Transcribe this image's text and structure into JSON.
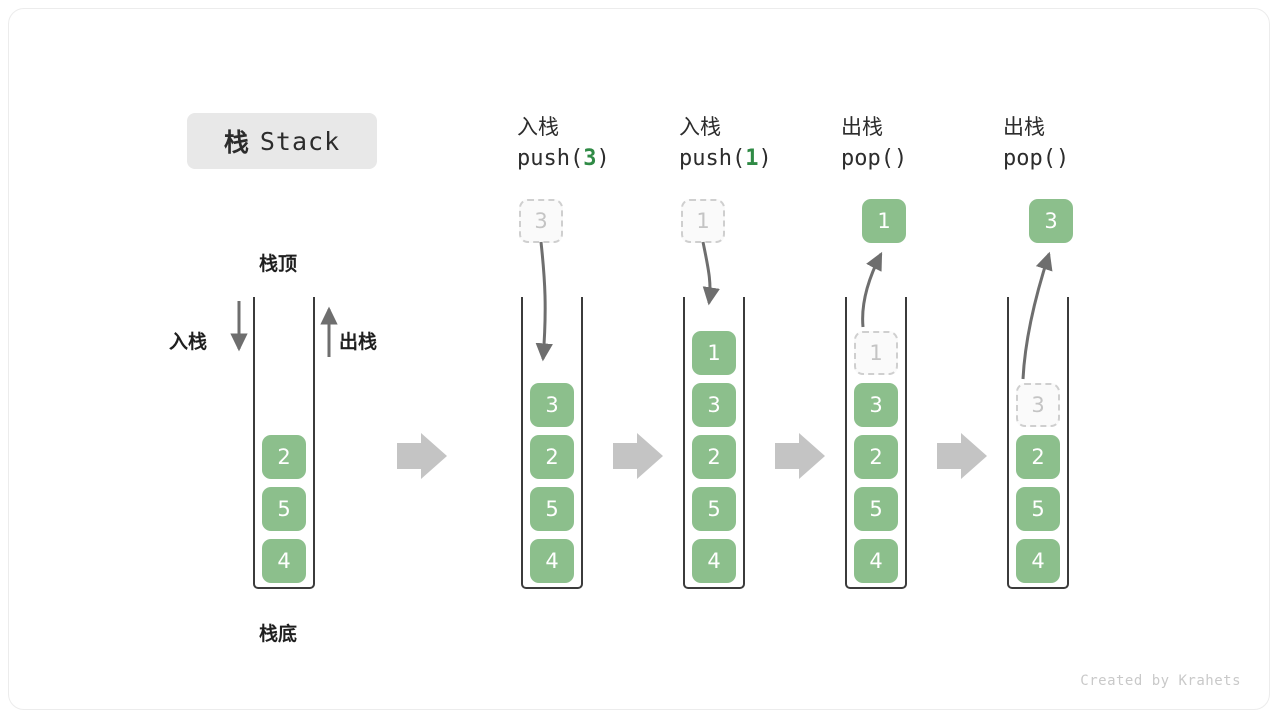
{
  "title": {
    "cn": "栈",
    "en": "Stack"
  },
  "labels": {
    "top": "栈顶",
    "bottom": "栈底",
    "push": "入栈",
    "pop": "出栈"
  },
  "footer": "Created by Krahets",
  "colors": {
    "element": "#8cbf8c",
    "element_text": "#ffffff",
    "ghost_border": "#cfcfcf",
    "ghost_text": "#c4c4c4",
    "arrow": "#6e6e6e",
    "step_arrow": "#c4c4c4",
    "container": "#3b3b3b",
    "code_arg": "#2f8a45",
    "chip_bg": "#e8e8e8"
  },
  "steps": [
    {
      "id": "initial",
      "header_cn": "",
      "header_code": "",
      "stack": [
        "2",
        "5",
        "4"
      ],
      "ghost_index": -1,
      "float": null
    },
    {
      "id": "push-3",
      "header_cn": "入栈",
      "header_code_pre": "push(",
      "header_code_arg": "3",
      "header_code_post": ")",
      "stack": [
        "3",
        "2",
        "5",
        "4"
      ],
      "ghost_index": -1,
      "float": {
        "value": "3",
        "style": "ghost",
        "direction": "in"
      }
    },
    {
      "id": "push-1",
      "header_cn": "入栈",
      "header_code_pre": "push(",
      "header_code_arg": "1",
      "header_code_post": ")",
      "stack": [
        "1",
        "3",
        "2",
        "5",
        "4"
      ],
      "ghost_index": -1,
      "float": {
        "value": "1",
        "style": "ghost",
        "direction": "in"
      }
    },
    {
      "id": "pop-1",
      "header_cn": "出栈",
      "header_code_pre": "pop(",
      "header_code_arg": "",
      "header_code_post": ")",
      "stack": [
        "1",
        "3",
        "2",
        "5",
        "4"
      ],
      "ghost_index": 0,
      "float": {
        "value": "1",
        "style": "solid",
        "direction": "out"
      }
    },
    {
      "id": "pop-3",
      "header_cn": "出栈",
      "header_code_pre": "pop(",
      "header_code_arg": "",
      "header_code_post": ")",
      "stack": [
        "3",
        "2",
        "5",
        "4"
      ],
      "ghost_index": 0,
      "float": {
        "value": "3",
        "style": "solid",
        "direction": "out"
      }
    }
  ]
}
